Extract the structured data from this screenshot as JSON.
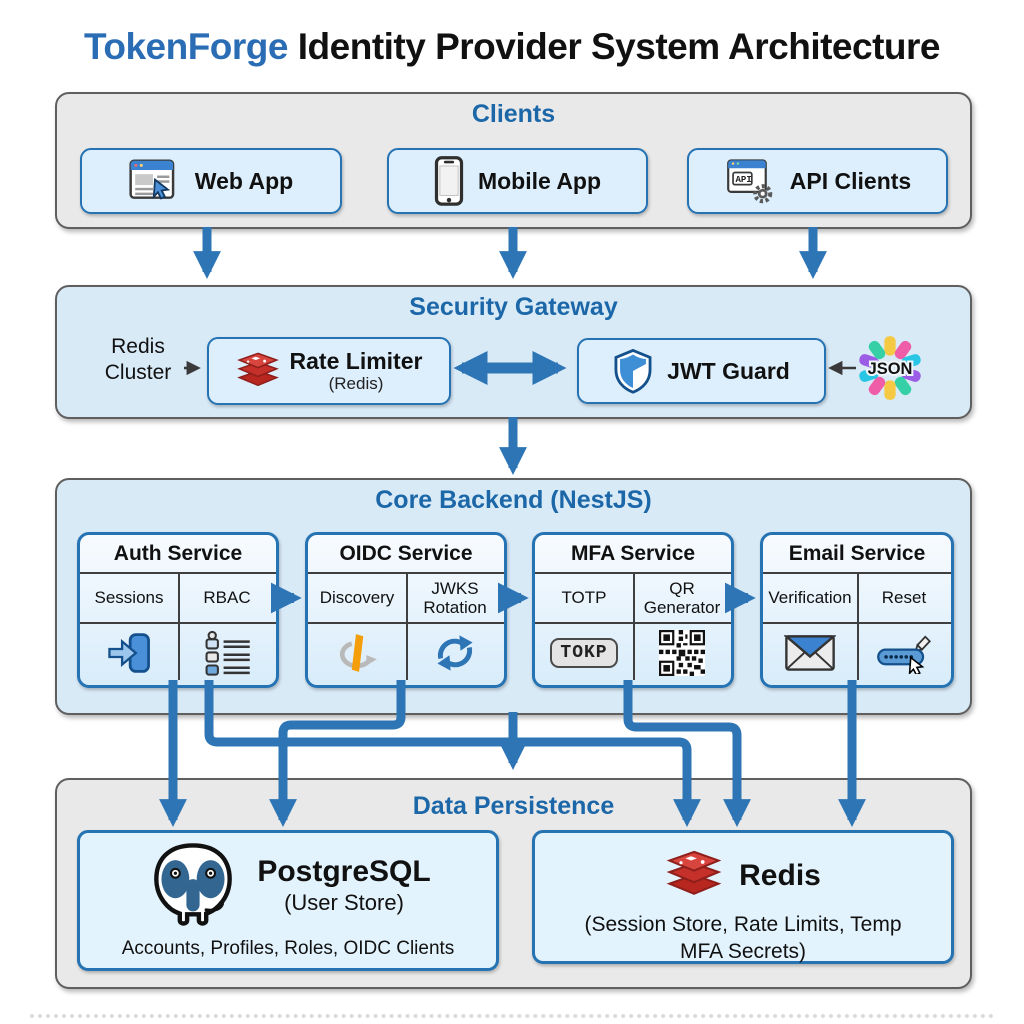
{
  "title": {
    "brand": "TokenForge",
    "rest": " Identity Provider System Architecture"
  },
  "colors": {
    "accent_blue": "#2e75b6",
    "header_blue": "#1b67a8",
    "node_border_blue": "#2673b4",
    "redis_red": "#c6302b",
    "postgres_blue": "#336791",
    "openid_orange": "#f59e0b"
  },
  "clients": {
    "label": "Clients",
    "items": [
      {
        "label": "Web App",
        "icon": "browser-icon"
      },
      {
        "label": "Mobile App",
        "icon": "smartphone-icon"
      },
      {
        "label": "API Clients",
        "icon": "api-window-icon"
      }
    ]
  },
  "security_gateway": {
    "label": "Security Gateway",
    "external_left_label": "Redis Cluster",
    "rate_limiter": {
      "title": "Rate Limiter",
      "subtitle": "(Redis)"
    },
    "jwt_guard": {
      "title": "JWT Guard"
    },
    "jwt_logo_text": "JSON"
  },
  "core_backend": {
    "label": "Core Backend (NestJS)",
    "services": [
      {
        "title": "Auth Service",
        "cols": [
          "Sessions",
          "RBAC"
        ],
        "icons": [
          "login-icon",
          "rbac-list-icon"
        ]
      },
      {
        "title": "OIDC Service",
        "cols": [
          "Discovery",
          "JWKS Rotation"
        ],
        "icons": [
          "openid-icon",
          "rotation-icon"
        ]
      },
      {
        "title": "MFA Service",
        "cols": [
          "TOTP",
          "QR Generator"
        ],
        "icons": [
          "totp-badge",
          "qr-code-icon"
        ],
        "totp_badge_text": "TOKP"
      },
      {
        "title": "Email Service",
        "cols": [
          "Verification",
          "Reset"
        ],
        "icons": [
          "envelope-icon",
          "password-reset-icon"
        ]
      }
    ]
  },
  "data_persistence": {
    "label": "Data Persistence",
    "postgres": {
      "title": "PostgreSQL",
      "subtitle": "(User Store)",
      "detail": "Accounts, Profiles, Roles, OIDC Clients"
    },
    "redis": {
      "title": "Redis",
      "subtitle": "(Session Store, Rate Limits, Temp MFA Secrets)"
    }
  }
}
